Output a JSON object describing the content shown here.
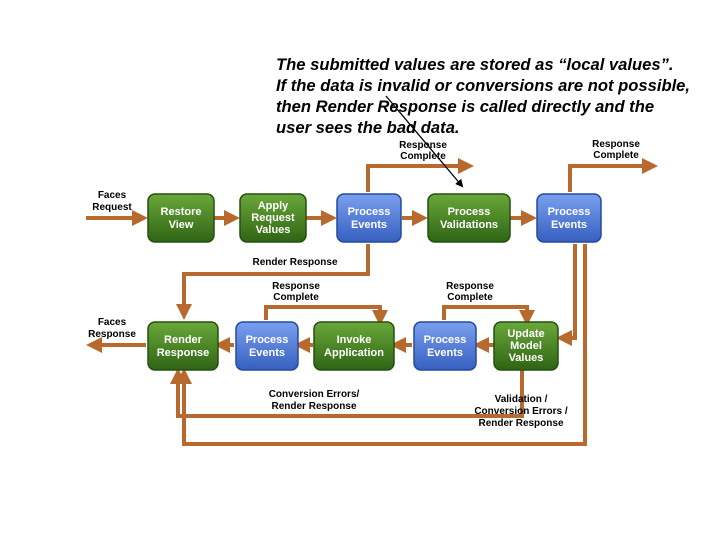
{
  "caption": {
    "lines": [
      "The submitted values are stored as “local values”.",
      "If the data is invalid or conversions are not possible,",
      "then Render Response is called directly and the",
      "user sees the bad data."
    ]
  },
  "nodes": {
    "restore_view": [
      "Restore",
      "View"
    ],
    "apply_request_values": [
      "Apply",
      "Request",
      "Values"
    ],
    "process_events_1": [
      "Process",
      "Events"
    ],
    "process_validations": [
      "Process",
      "Validations"
    ],
    "process_events_2": [
      "Process",
      "Events"
    ],
    "render_response": [
      "Render",
      "Response"
    ],
    "process_events_3": [
      "Process",
      "Events"
    ],
    "invoke_application": [
      "Invoke",
      "Application"
    ],
    "process_events_4": [
      "Process",
      "Events"
    ],
    "update_model_values": [
      "Update",
      "Model",
      "Values"
    ]
  },
  "labels": {
    "faces_request": [
      "Faces",
      "Request"
    ],
    "faces_response": [
      "Faces",
      "Response"
    ],
    "response_complete_1": [
      "Response",
      "Complete"
    ],
    "response_complete_2": [
      "Response",
      "Complete"
    ],
    "response_complete_3": [
      "Response",
      "Complete"
    ],
    "response_complete_4": [
      "Response",
      "Complete"
    ],
    "render_response": [
      "Render Response"
    ],
    "conversion_errors": [
      "Conversion Errors/",
      "Render Response"
    ],
    "validation_errors": [
      "Validation /",
      "Conversion Errors /",
      "Render Response"
    ]
  },
  "colors": {
    "green_node": "#3f7a1e",
    "blue_node": "#4a74d0",
    "arrow": "#b8692e"
  }
}
